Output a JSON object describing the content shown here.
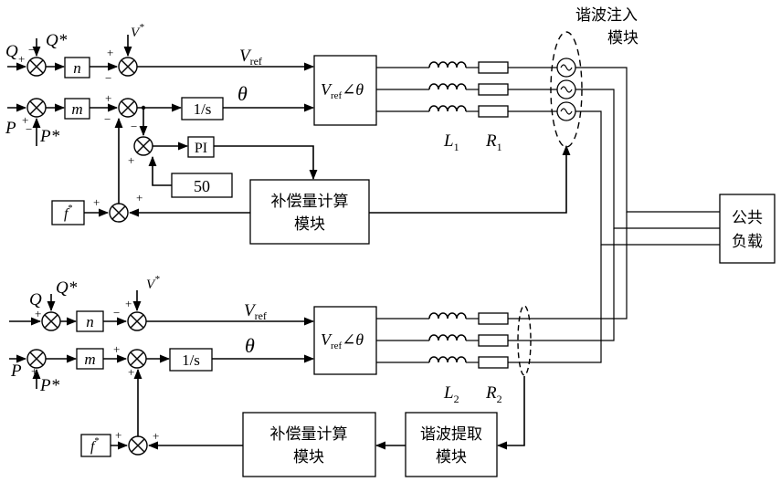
{
  "signals": {
    "Q": "Q",
    "Q_star": "Q*",
    "P": "P",
    "P_star": "P*",
    "V_star": "V",
    "V_sup": "*",
    "f_star": "f",
    "f_sup": "*",
    "V": "V",
    "ref": "ref",
    "theta": "θ",
    "angle": "∠θ"
  },
  "blocks": {
    "n": "n",
    "m": "m",
    "integrator": "1/s",
    "pi": "PI",
    "fifty": "50",
    "comp_l1": "补偿量计算",
    "comp_l2": "模块",
    "harm_inj_l1": "谐波注入",
    "harm_inj_l2": "模块",
    "load_l1": "公共",
    "load_l2": "负载",
    "harm_ext_l1": "谐波提取",
    "harm_ext_l2": "模块"
  },
  "components": {
    "L": "L",
    "R": "R",
    "sub1": "1",
    "sub2": "2"
  },
  "signs": {
    "plus": "+",
    "minus": "−"
  }
}
